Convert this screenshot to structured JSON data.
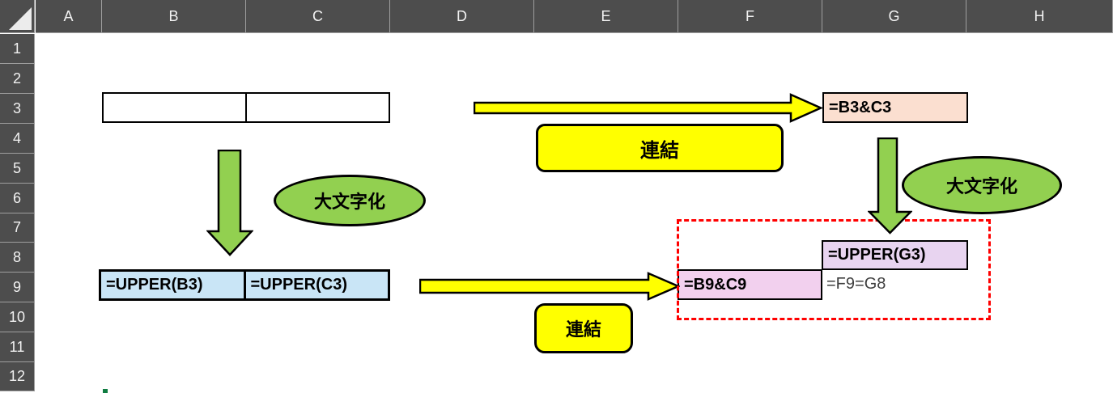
{
  "spreadsheet": {
    "column_headers": [
      "A",
      "B",
      "C",
      "D",
      "E",
      "F",
      "G",
      "H"
    ],
    "row_headers": [
      "1",
      "2",
      "3",
      "4",
      "5",
      "6",
      "7",
      "8",
      "9",
      "10",
      "11",
      "12"
    ],
    "cells": {
      "b3": "",
      "c3": "",
      "g3": "=B3&C3",
      "b9": "=UPPER(B3)",
      "c9": "=UPPER(C3)",
      "g8": "=UPPER(G3)",
      "f9": "=B9&C9",
      "g9": "=F9=G8"
    }
  },
  "labels": {
    "concat_top": "連結",
    "concat_bottom": "連結",
    "uppercase_left": "大文字化",
    "uppercase_right": "大文字化"
  },
  "colors": {
    "header_bg": "#4d4d4d",
    "header_text": "#f2f2f2",
    "cell_g3_fill": "#fbdfd0",
    "cell_b9_c9_fill": "#c9e5f6",
    "cell_g8_fill": "#e8d4f0",
    "cell_f9_fill": "#f2d0ee",
    "shape_green": "#92d050",
    "shape_yellow": "#ffff00",
    "dashed_border": "#ff0000"
  }
}
